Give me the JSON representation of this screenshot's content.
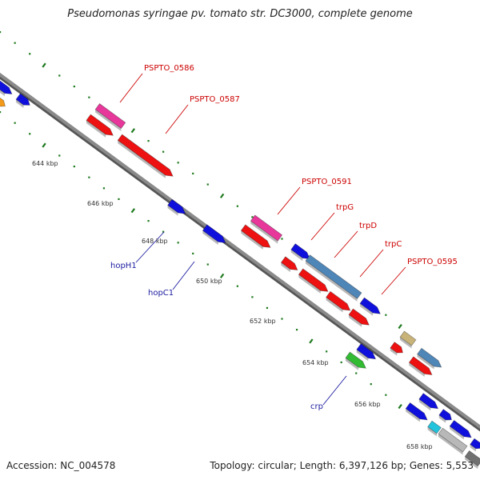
{
  "title": "Pseudomonas syringae pv. tomato str. DC3000, complete genome",
  "footer": {
    "accession": "Accession: NC_004578",
    "topology": "Topology: circular; Length: 6,397,126 bp; Genes: 5,553"
  },
  "colors": {
    "backbone": "#8a8a8a",
    "tick": "#1f7a1f",
    "label_red": "#cc0000",
    "label_blue": "#1a1aa0",
    "pink": "#e8379a",
    "red": "#ee1111",
    "blue": "#1010dd",
    "steel": "#4f86b8",
    "green": "#33bb33",
    "cyan": "#22c4dd",
    "khaki": "#c8b478",
    "gray": "#b8b8b8",
    "darkgray": "#707070",
    "orange": "#f39a1a"
  },
  "scale_labels": [
    "644 kbp",
    "646 kbp",
    "648 kbp",
    "650 kbp",
    "652 kbp",
    "654 kbp",
    "656 kbp",
    "658 kbp"
  ],
  "gene_labels": {
    "pspto_0586": "PSPTO_0586",
    "pspto_0587": "PSPTO_0587",
    "pspto_0591": "PSPTO_0591",
    "trpg": "trpG",
    "trpd": "trpD",
    "trpc": "trpC",
    "pspto_0595": "PSPTO_0595",
    "hoph1": "hopH1",
    "hopc1": "hopC1",
    "crp": "crp"
  }
}
